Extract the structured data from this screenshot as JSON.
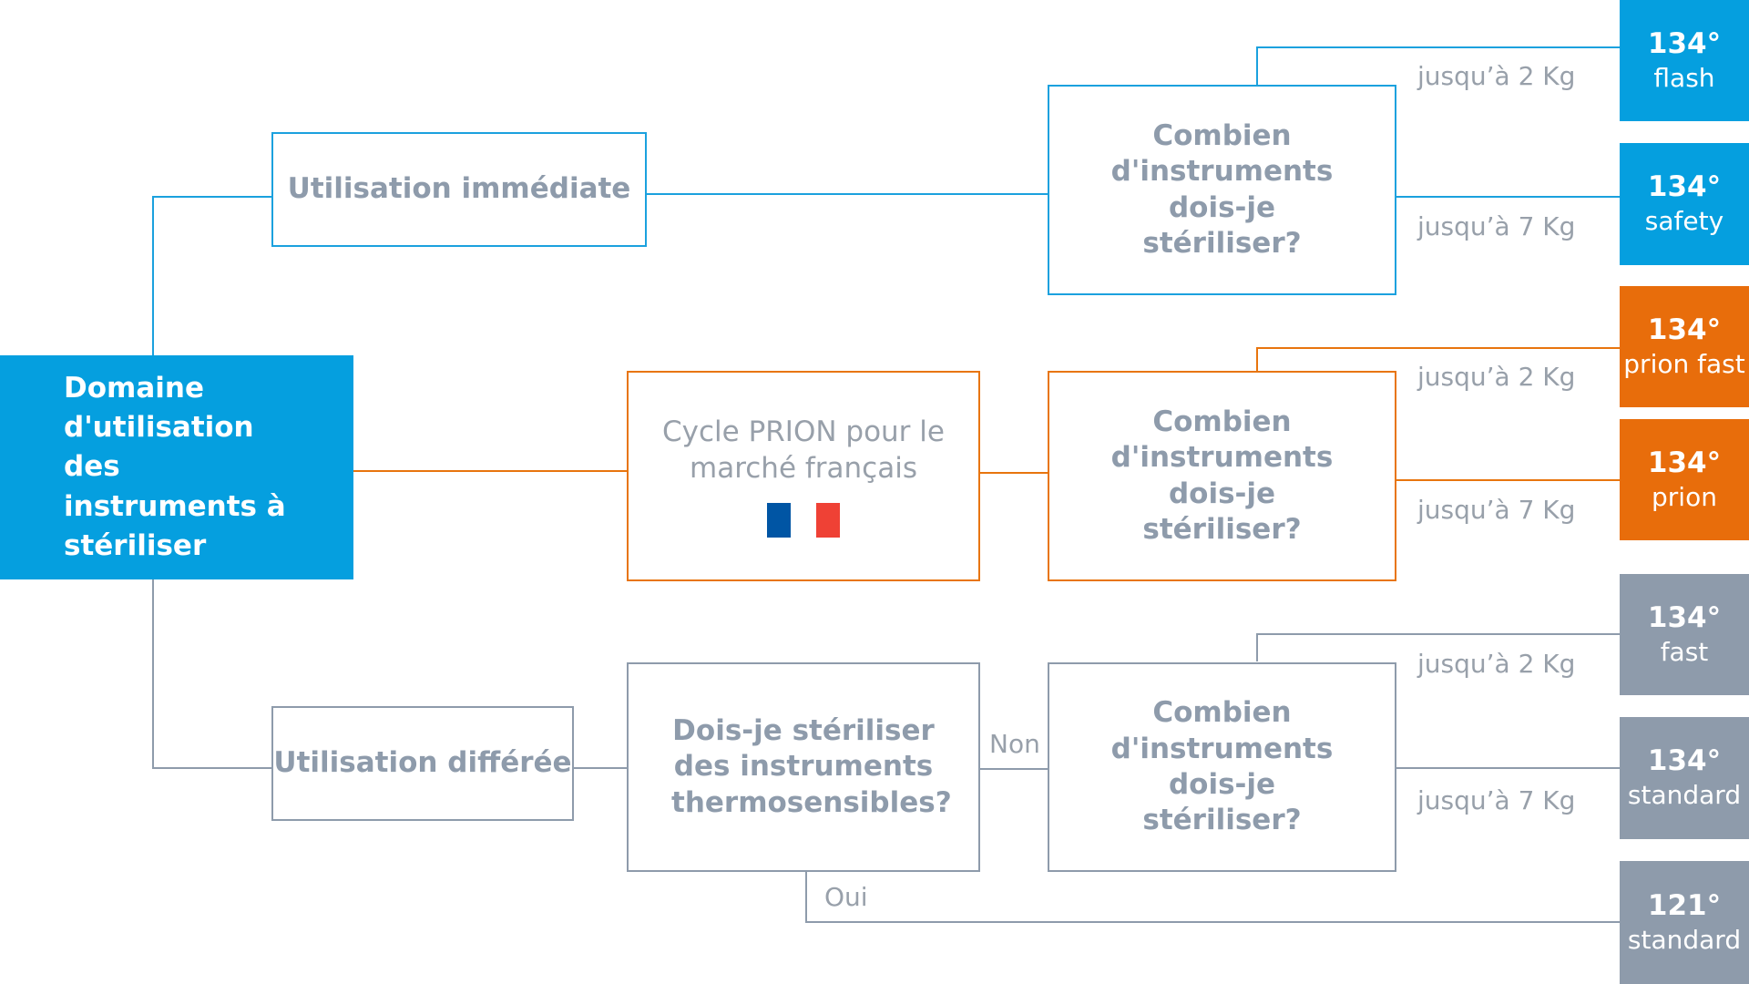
{
  "root": {
    "label": "Domaine d'utilisation des instruments à stériliser"
  },
  "branches": {
    "immediate": "Utilisation immédiate",
    "prion": "Cycle PRION pour le marché français",
    "deferred": "Utilisation différée"
  },
  "questions": {
    "how_many": "Combien d'instruments dois-je stériliser?",
    "thermo": "Dois-je stériliser des instruments thermosensibles?"
  },
  "answers": {
    "no": "Non",
    "yes": "Oui"
  },
  "weights": {
    "up_to_2": "jusqu’à 2 Kg",
    "up_to_7": "jusqu’à 7 Kg"
  },
  "flag": {
    "icon": "france-flag-icon",
    "colors": [
      "#0055a4",
      "#ffffff",
      "#ef4135"
    ]
  },
  "outcomes": [
    {
      "temp": "134°",
      "cycle": "flash",
      "color": "#059fdf"
    },
    {
      "temp": "134°",
      "cycle": "safety",
      "color": "#059fdf"
    },
    {
      "temp": "134°",
      "cycle": "prion fast",
      "color": "#e86d0b"
    },
    {
      "temp": "134°",
      "cycle": "prion",
      "color": "#e86d0b"
    },
    {
      "temp": "134°",
      "cycle": "fast",
      "color": "#8e9bab"
    },
    {
      "temp": "134°",
      "cycle": "standard",
      "color": "#8e9bab"
    },
    {
      "temp": "121°",
      "cycle": "standard",
      "color": "#8e9bab"
    }
  ],
  "colors": {
    "blue": "#1ba1de",
    "orange": "#e8750e",
    "gray": "#8e9bab"
  }
}
